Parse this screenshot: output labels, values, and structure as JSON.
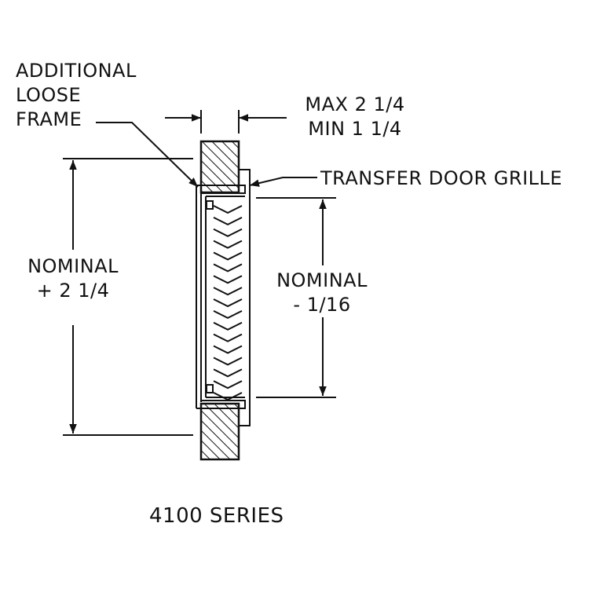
{
  "labels": {
    "loose_frame": [
      "ADDITIONAL",
      "LOOSE",
      "FRAME"
    ],
    "frame_depth": [
      "MAX 2 1/4",
      "MIN 1 1/4"
    ],
    "grille": "TRANSFER DOOR GRILLE",
    "outer_dim": [
      "NOMINAL",
      "+ 2 1/4"
    ],
    "inner_dim": [
      "NOMINAL",
      "- 1/16"
    ],
    "series": "4100 SERIES"
  },
  "colors": {
    "ink": "#111111",
    "background": "#ffffff"
  },
  "louver_blades": 17
}
